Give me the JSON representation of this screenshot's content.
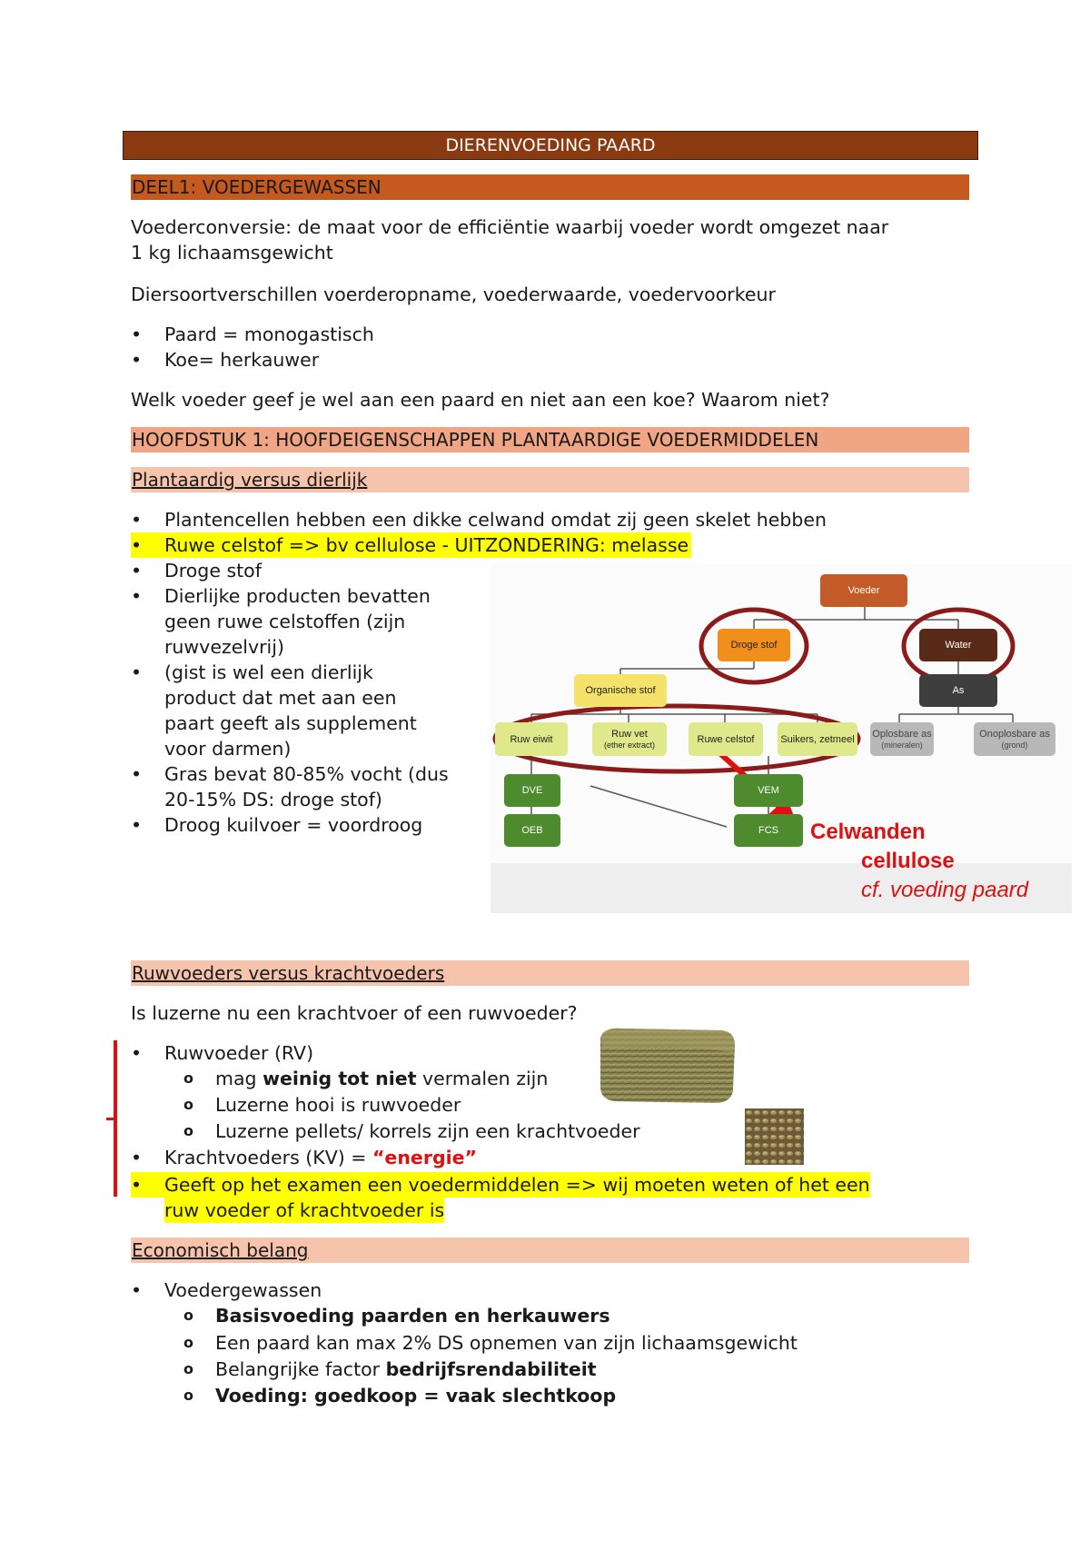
{
  "title": "DIERENVOEDING PAARD",
  "deel1": "DEEL1: VOEDERGEWASSEN",
  "p1": "Voederconversie: de maat voor de efficiëntie waarbij voeder wordt omgezet naar",
  "p1b": "1 kg lichaamsgewicht",
  "p2": "Diersoortverschillen voerderopname, voederwaarde, voedervoorkeur",
  "list1": [
    "Paard = monogastisch",
    "Koe= herkauwer"
  ],
  "q1": "Welk voeder geef je wel aan een paard en niet aan een koe? Waarom niet?",
  "hoofdstuk1": "HOOFDSTUK 1: HOOFDEIGENSCHAPPEN PLANTAARDIGE VOEDERMIDDELEN",
  "sec1": "Plantaardig versus dierlijk ",
  "list2": {
    "b1": "Plantencellen hebben een dikke celwand omdat zij geen skelet hebben",
    "b2": "Ruwe celstof => bv cellulose - UITZONDERING: melasse",
    "b3": "Droge stof",
    "b4": [
      "Dierlijke producten bevatten",
      "geen ruwe celstoffen (zijn",
      "ruwvezelvrij)"
    ],
    "b5": [
      "(gist is wel een dierlijk",
      "product dat met aan een",
      "paart geeft als supplement",
      "voor darmen)"
    ],
    "b6": [
      "Gras bevat 80-85% vocht (dus",
      "20-15% DS: droge stof)"
    ],
    "b7": "Droog kuilvoer = voordroog"
  },
  "diagram": {
    "voeder": "Voeder",
    "droge_stof": "Droge stof",
    "water": "Water",
    "organische_stof": "Organische stof",
    "as": "As",
    "ruw_eiwit": "Ruw eiwit",
    "ruw_vet": "Ruw vet",
    "ruw_vet_sub": "(ether extract)",
    "ruwe_celstof": "Ruwe celstof",
    "suikers": "Suikers, zetmeel",
    "oplosbare_as": "Oplosbare as",
    "oplosbare_as_sub": "(mineralen)",
    "onoplosbare_as": "Onoplosbare as",
    "onoplosbare_as_sub": "(grond)",
    "dve": "DVE",
    "vem": "VEM",
    "oeb": "OEB",
    "fcs": "FCS",
    "caption1": "Celwanden",
    "caption2": "cellulose",
    "caption3": "cf. voeding paard"
  },
  "sec2": "Ruwvoeders versus krachtvoeders ",
  "q2": "Is luzerne nu een krachtvoer of een ruwvoeder?",
  "list3": {
    "rv": "Ruwvoeder (RV)",
    "rv1_pre": "mag ",
    "rv1_bold": "weinig tot niet",
    "rv1_post": " vermalen zijn",
    "rv2": "Luzerne hooi is ruwvoeder",
    "rv3": "Luzerne pellets/ korrels zijn een krachtvoeder",
    "kv_pre": "Krachtvoeders (KV) = ",
    "kv_red": "“energie”",
    "exam1": "Geeft op het examen een voedermiddelen => wij moeten weten of het een",
    "exam2": "ruw voeder of krachtvoeder is"
  },
  "sec3": "Economisch belang",
  "list4": {
    "b1": "Voedergewassen",
    "s1": "Basisvoeding paarden en herkauwers",
    "s2": "Een paard kan max 2% DS opnemen van zijn lichaamsgewicht",
    "s3_pre": "Belangrijke factor ",
    "s3_bold": "bedrijfsrendabiliteit",
    "s4": "Voeding: goedkoop = vaak slechtkoop"
  },
  "colors": {
    "title_bg": "#8a3a10",
    "deel_bg": "#c55a1f",
    "hoofd_bg": "#f0a584",
    "sec_bg": "#f6c4ac",
    "highlight": "#ffff00",
    "accent_red": "#e01010"
  }
}
